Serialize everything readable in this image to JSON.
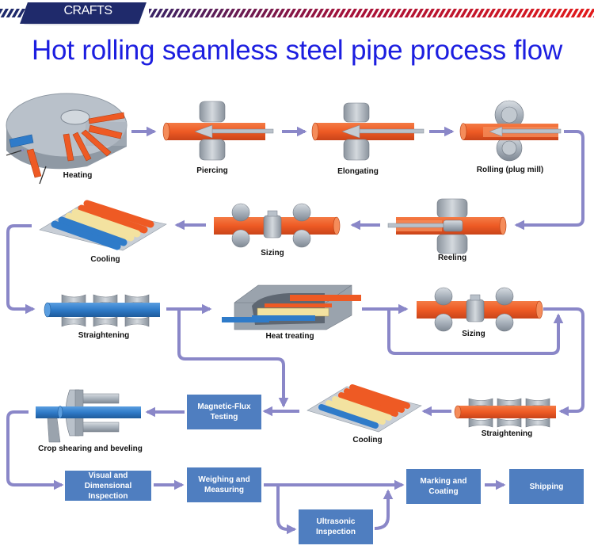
{
  "banner": {
    "label": "CRAFTS"
  },
  "title": "Hot rolling seamless steel pipe process flow",
  "colors": {
    "banner_tab": "#1f2a6b",
    "title": "#1c1ee0",
    "hot_pipe": "#ee5a24",
    "cold_pipe": "#2f7bc9",
    "warm_pipe": "#f3e2a0",
    "roll_metal": "#a9b2bc",
    "arrow": "#8a87c8",
    "process_box": "#4f7ec0"
  },
  "steps": {
    "heating": "Heating",
    "piercing": "Piercing",
    "elongating": "Elongating",
    "rolling": "Rolling (plug mill)",
    "reeling": "Reeling",
    "sizing_1": "Sizing",
    "cooling_1": "Cooling",
    "straightening_1": "Straightening",
    "heat_treating": "Heat treating",
    "sizing_2": "Sizing",
    "straightening_2": "Straightening",
    "cooling_2": "Cooling",
    "crop_shearing": "Crop shearing and beveling"
  },
  "boxes": {
    "magnetic_flux": [
      "Magnetic-Flux",
      "Testing"
    ],
    "visual_inspection": [
      "Visual and",
      "Dimensional Inspection"
    ],
    "weighing": [
      "Weighing and",
      "Measuring"
    ],
    "ultrasonic": [
      "Ultrasonic",
      "Inspection"
    ],
    "marking": [
      "Marking and",
      "Coating"
    ],
    "shipping": [
      "Shipping"
    ]
  }
}
